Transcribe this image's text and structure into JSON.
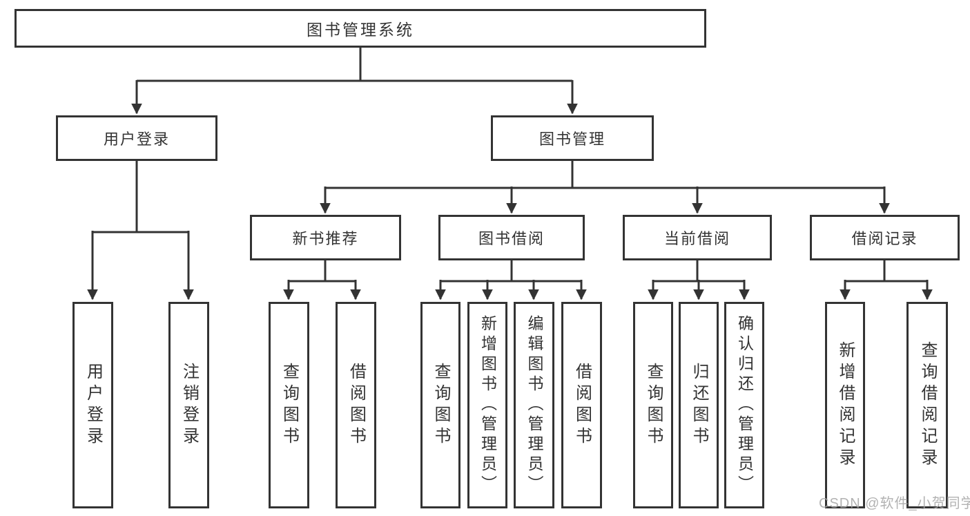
{
  "diagram": {
    "root": {
      "label": "图书管理系统"
    },
    "branches": [
      {
        "label": "用户登录",
        "children": [
          {
            "label": "用户登录"
          },
          {
            "label": "注销登录"
          }
        ]
      },
      {
        "label": "图书管理",
        "children": [
          {
            "label": "新书推荐",
            "children": [
              {
                "label": "查询图书"
              },
              {
                "label": "借阅图书"
              }
            ]
          },
          {
            "label": "图书借阅",
            "children": [
              {
                "label": "查询图书"
              },
              {
                "label": "新增图书（管理员）"
              },
              {
                "label": "编辑图书（管理员）"
              },
              {
                "label": "借阅图书"
              }
            ]
          },
          {
            "label": "当前借阅",
            "children": [
              {
                "label": "查询图书"
              },
              {
                "label": "归还图书"
              },
              {
                "label": "确认归还（管理员）"
              }
            ]
          },
          {
            "label": "借阅记录",
            "children": [
              {
                "label": "新增借阅记录"
              },
              {
                "label": "查询借阅记录"
              }
            ]
          }
        ]
      }
    ]
  },
  "watermark": "CSDN @软件_小贺同学",
  "colors": {
    "line": "#333333",
    "box_border": "#333333",
    "text": "#333333",
    "background": "#ffffff",
    "watermark": "#a5a5a5"
  }
}
